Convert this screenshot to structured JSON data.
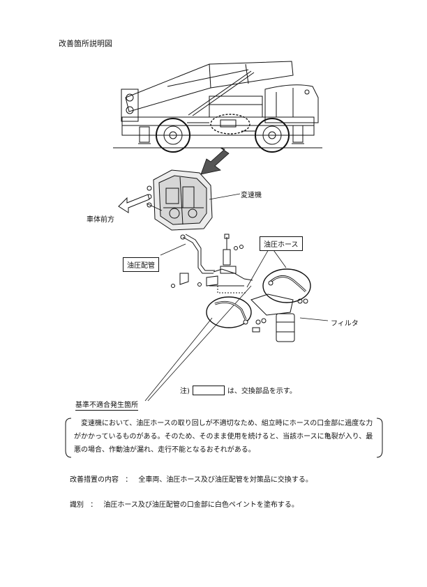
{
  "page_title": "改善箇所説明図",
  "labels": {
    "transmission": "変速機",
    "vehicle_front": "車体前方",
    "hydraulic_pipe": "油圧配管",
    "hydraulic_hose": "油圧ホース",
    "filter": "フィルタ",
    "nonconformity_location": "基準不適合発生箇所"
  },
  "note": {
    "prefix": "注)",
    "suffix": "は、交換部品を示す。"
  },
  "description": "変速機において、油圧ホースの取り回しが不適切なため、組立時にホースの口金部に過度な力がかかっているものがある。そのため、そのまま使用を続けると、当該ホースに亀裂が入り、最悪の場合、作動油が漏れ、走行不能となるおそれがある。",
  "measure": {
    "label": "改善措置の内容",
    "separator": "：",
    "text": "全車両、油圧ホース及び油圧配管を対策品に交換する。"
  },
  "identification": {
    "label": "識別",
    "separator": "：",
    "text": "油圧ホース及び油圧配管の口金部に白色ペイントを塗布する。"
  }
}
